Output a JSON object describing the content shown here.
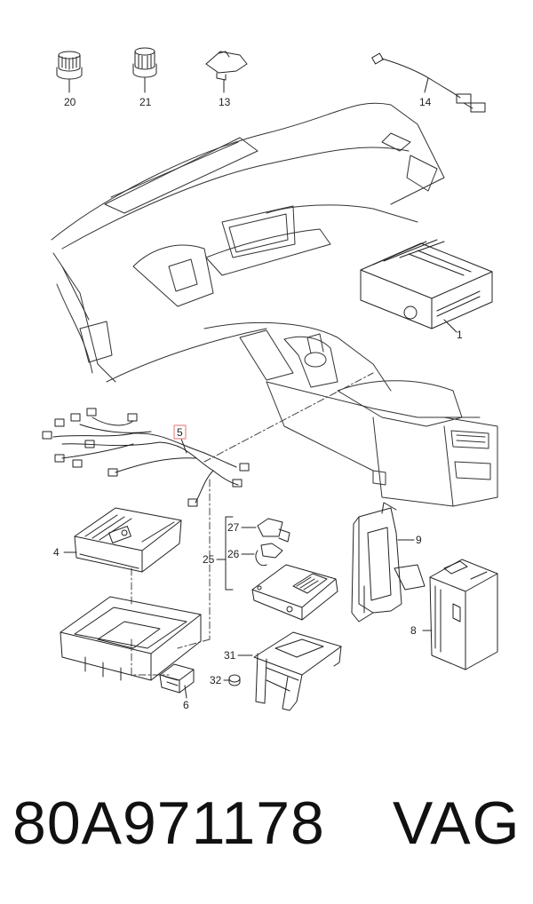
{
  "diagram": {
    "callouts": {
      "c20": "20",
      "c21": "21",
      "c13": "13",
      "c14": "14",
      "c1": "1",
      "c5": "5",
      "c4": "4",
      "c6": "6",
      "c27": "27",
      "c26": "26",
      "c25": "25",
      "c9": "9",
      "c8": "8",
      "c31": "31",
      "c32": "32"
    },
    "highlight_color": "#e88a8a"
  },
  "caption": {
    "part_number": "80A971178",
    "brand": "VAG"
  }
}
